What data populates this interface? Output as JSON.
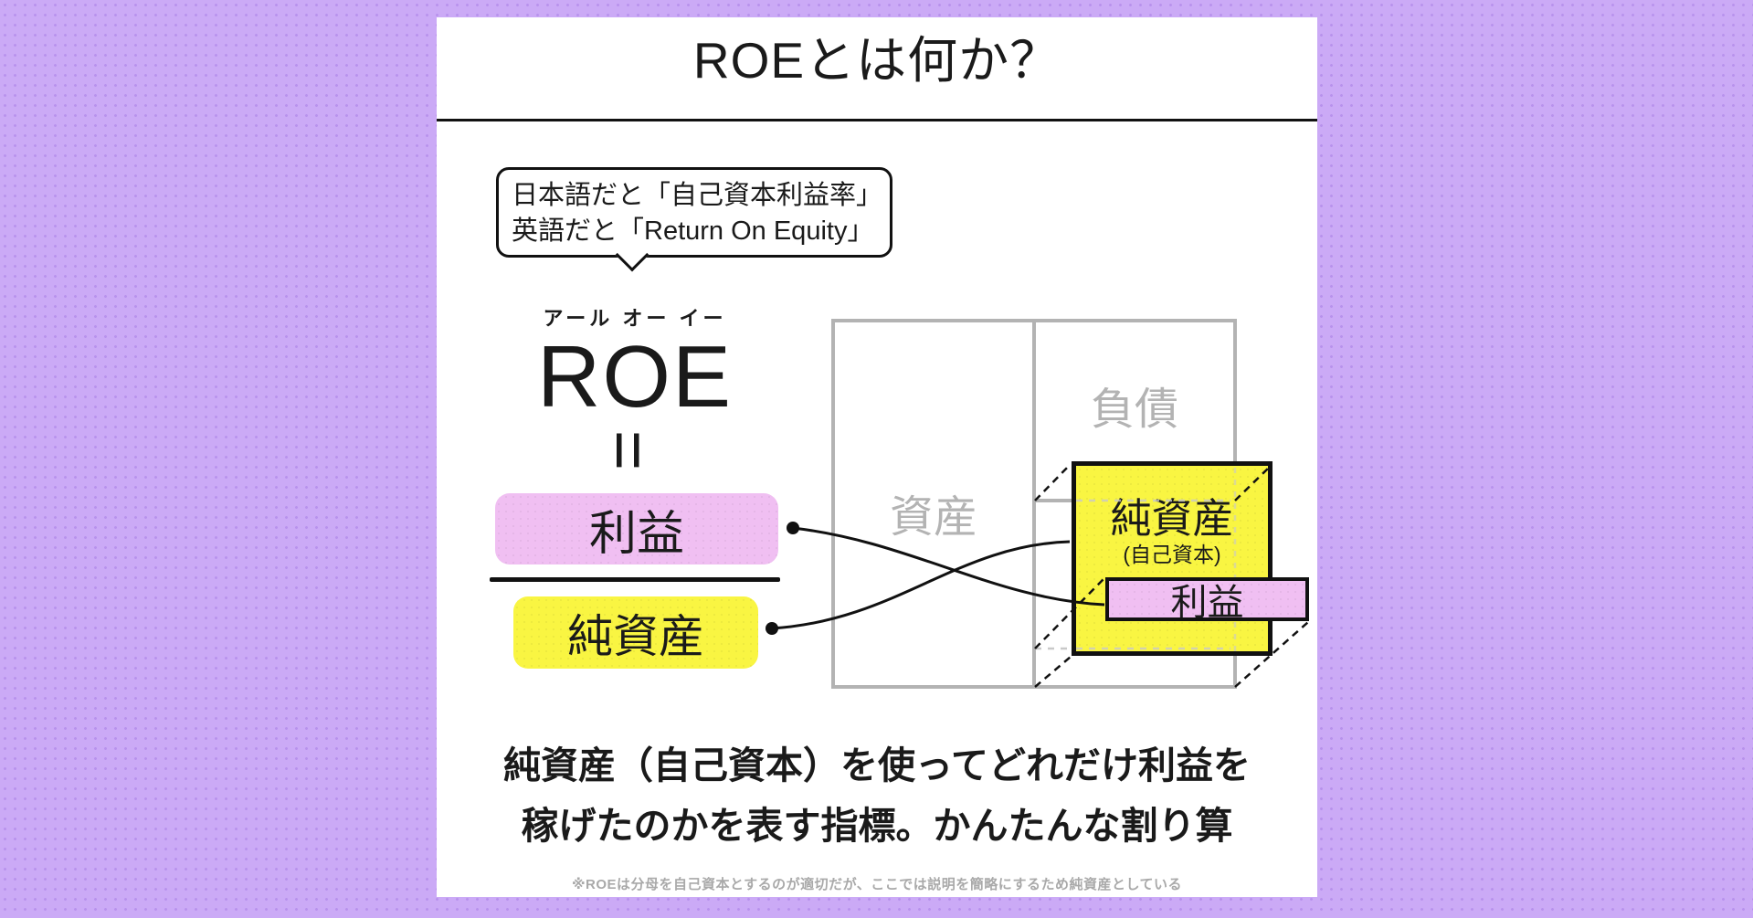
{
  "title": "ROEとは何か？",
  "bubble": {
    "line1": "日本語だと「自己資本利益率」",
    "line2": "英語だと「Return On Equity」"
  },
  "roe": {
    "furigana": "アール オー イー",
    "label": "ROE",
    "equals": "="
  },
  "formula": {
    "numerator": "利益",
    "denominator": "純資産"
  },
  "balance_sheet": {
    "assets_label": "資産",
    "liabilities_label": "負債",
    "net_assets_label": "純資産",
    "net_assets_sub_label": "(自己資本)",
    "profit_label": "利益"
  },
  "description": {
    "line1": "純資産（自己資本）を使ってどれだけ利益を",
    "line2": "稼げたのかを表す指標。かんたんな割り算"
  },
  "footnote": "※ROEは分母を自己資本とするのが適切だが、ここでは説明を簡略にするため純資産としている",
  "colors": {
    "background_purple": "#cbaaf6",
    "card_white": "#ffffff",
    "highlight_yellow": "#f9f542",
    "highlight_pink": "#f0bff2",
    "balance_sheet_gray": "#b3b3b3",
    "text_black": "#1a1a1a",
    "footnote_gray": "#a9a9a9"
  }
}
